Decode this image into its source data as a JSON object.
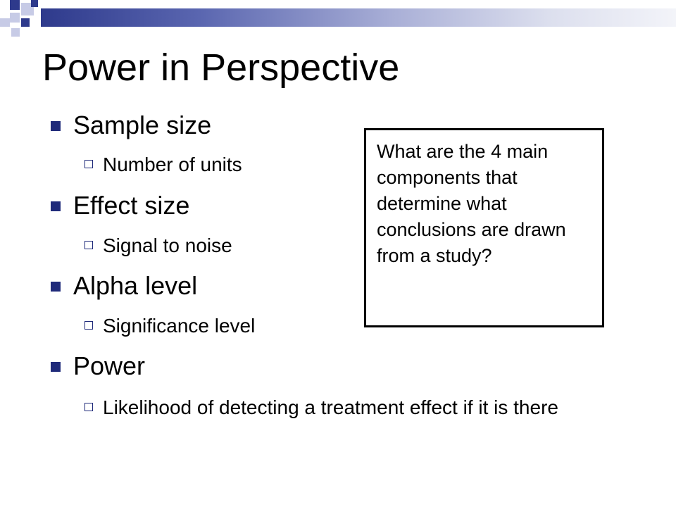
{
  "slide": {
    "title": "Power in Perspective",
    "accent_color": "#1f2a7a",
    "bar_gradient": [
      "#2e3a8c",
      "#f3f4f9"
    ]
  },
  "bullets": [
    {
      "label": "Sample size",
      "sub": [
        "Number of units"
      ]
    },
    {
      "label": "Effect size",
      "sub": [
        "Signal to noise"
      ]
    },
    {
      "label": "Alpha level",
      "sub": [
        "Significance level"
      ]
    },
    {
      "label": "Power",
      "sub": [
        "Likelihood of detecting a treatment effect if it is there"
      ]
    }
  ],
  "callout": {
    "text": "What are the 4 main components that determine what conclusions are drawn from a study?"
  }
}
